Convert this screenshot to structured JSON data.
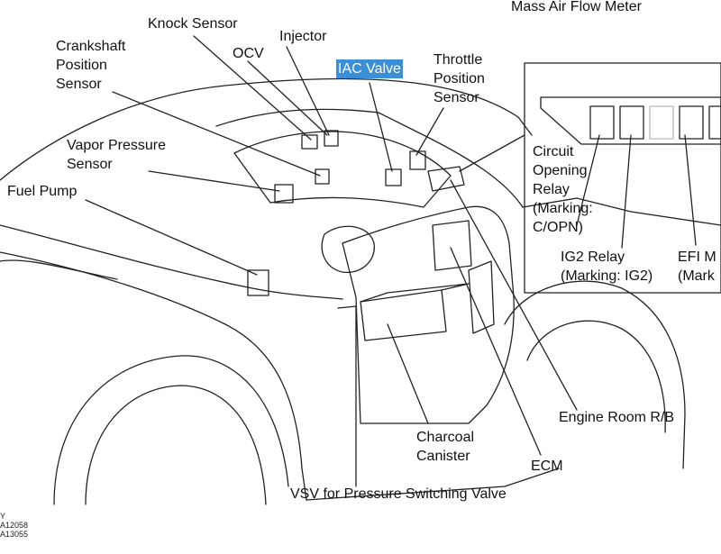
{
  "labels": {
    "mass_air_flow_meter": "Mass Air Flow Meter",
    "knock_sensor": "Knock Sensor",
    "injector": "Injector",
    "crankshaft_position_sensor": "Crankshaft\nPosition\nSensor",
    "ocv": "OCV",
    "iac_valve": "IAC Valve",
    "throttle_position_sensor": "Throttle\nPosition\nSensor",
    "vapor_pressure_sensor": "Vapor Pressure\nSensor",
    "fuel_pump": "Fuel Pump",
    "circuit_opening_relay": "Circuit\nOpening\nRelay\n(Marking:\nC/OPN)",
    "ig2_relay": "IG2 Relay\n(Marking: IG2)",
    "efi_relay": "EFI M\n(Mark",
    "engine_room_rb": "Engine Room R/B",
    "charcoal_canister": "Charcoal\nCanister",
    "ecm": "ECM",
    "vsv": "VSV for Pressure Switching Valve"
  },
  "figure_codes": "Y\nA12058\nA13055",
  "colors": {
    "highlight": "#3b8fd9",
    "ink": "#111111"
  }
}
